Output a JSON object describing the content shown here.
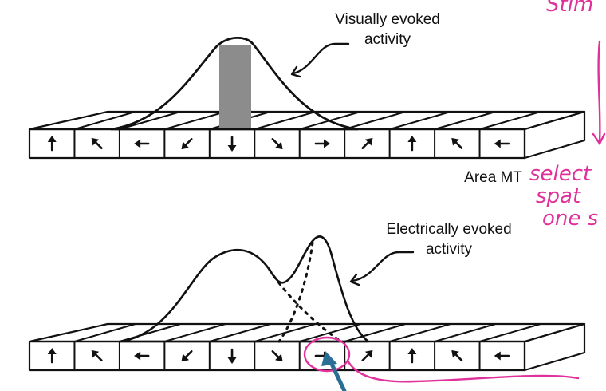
{
  "top_panel": {
    "label_line1": "Visually evoked",
    "label_line2": "activity",
    "area_label": "Area MT",
    "column_arrows": [
      "up",
      "up-left",
      "left",
      "down-left",
      "down",
      "down-right",
      "right",
      "up-right",
      "up",
      "up-left",
      "left"
    ],
    "shaded_column_index": 4
  },
  "bottom_panel": {
    "label_line1": "Electrically evoked",
    "label_line2": "activity",
    "column_arrows": [
      "up",
      "up-left",
      "left",
      "down-left",
      "down",
      "down-right",
      "right",
      "up-right",
      "up",
      "up-left",
      "left"
    ],
    "stimulated_column_index": 6
  },
  "annotations": {
    "handwritten_lines": [
      "Stim",
      "select",
      "spat",
      "one s"
    ],
    "ink_color": "#e0309a",
    "pointer_color": "#2a6e96"
  },
  "colors": {
    "line": "#111111",
    "shade": "#8c8c8c"
  }
}
